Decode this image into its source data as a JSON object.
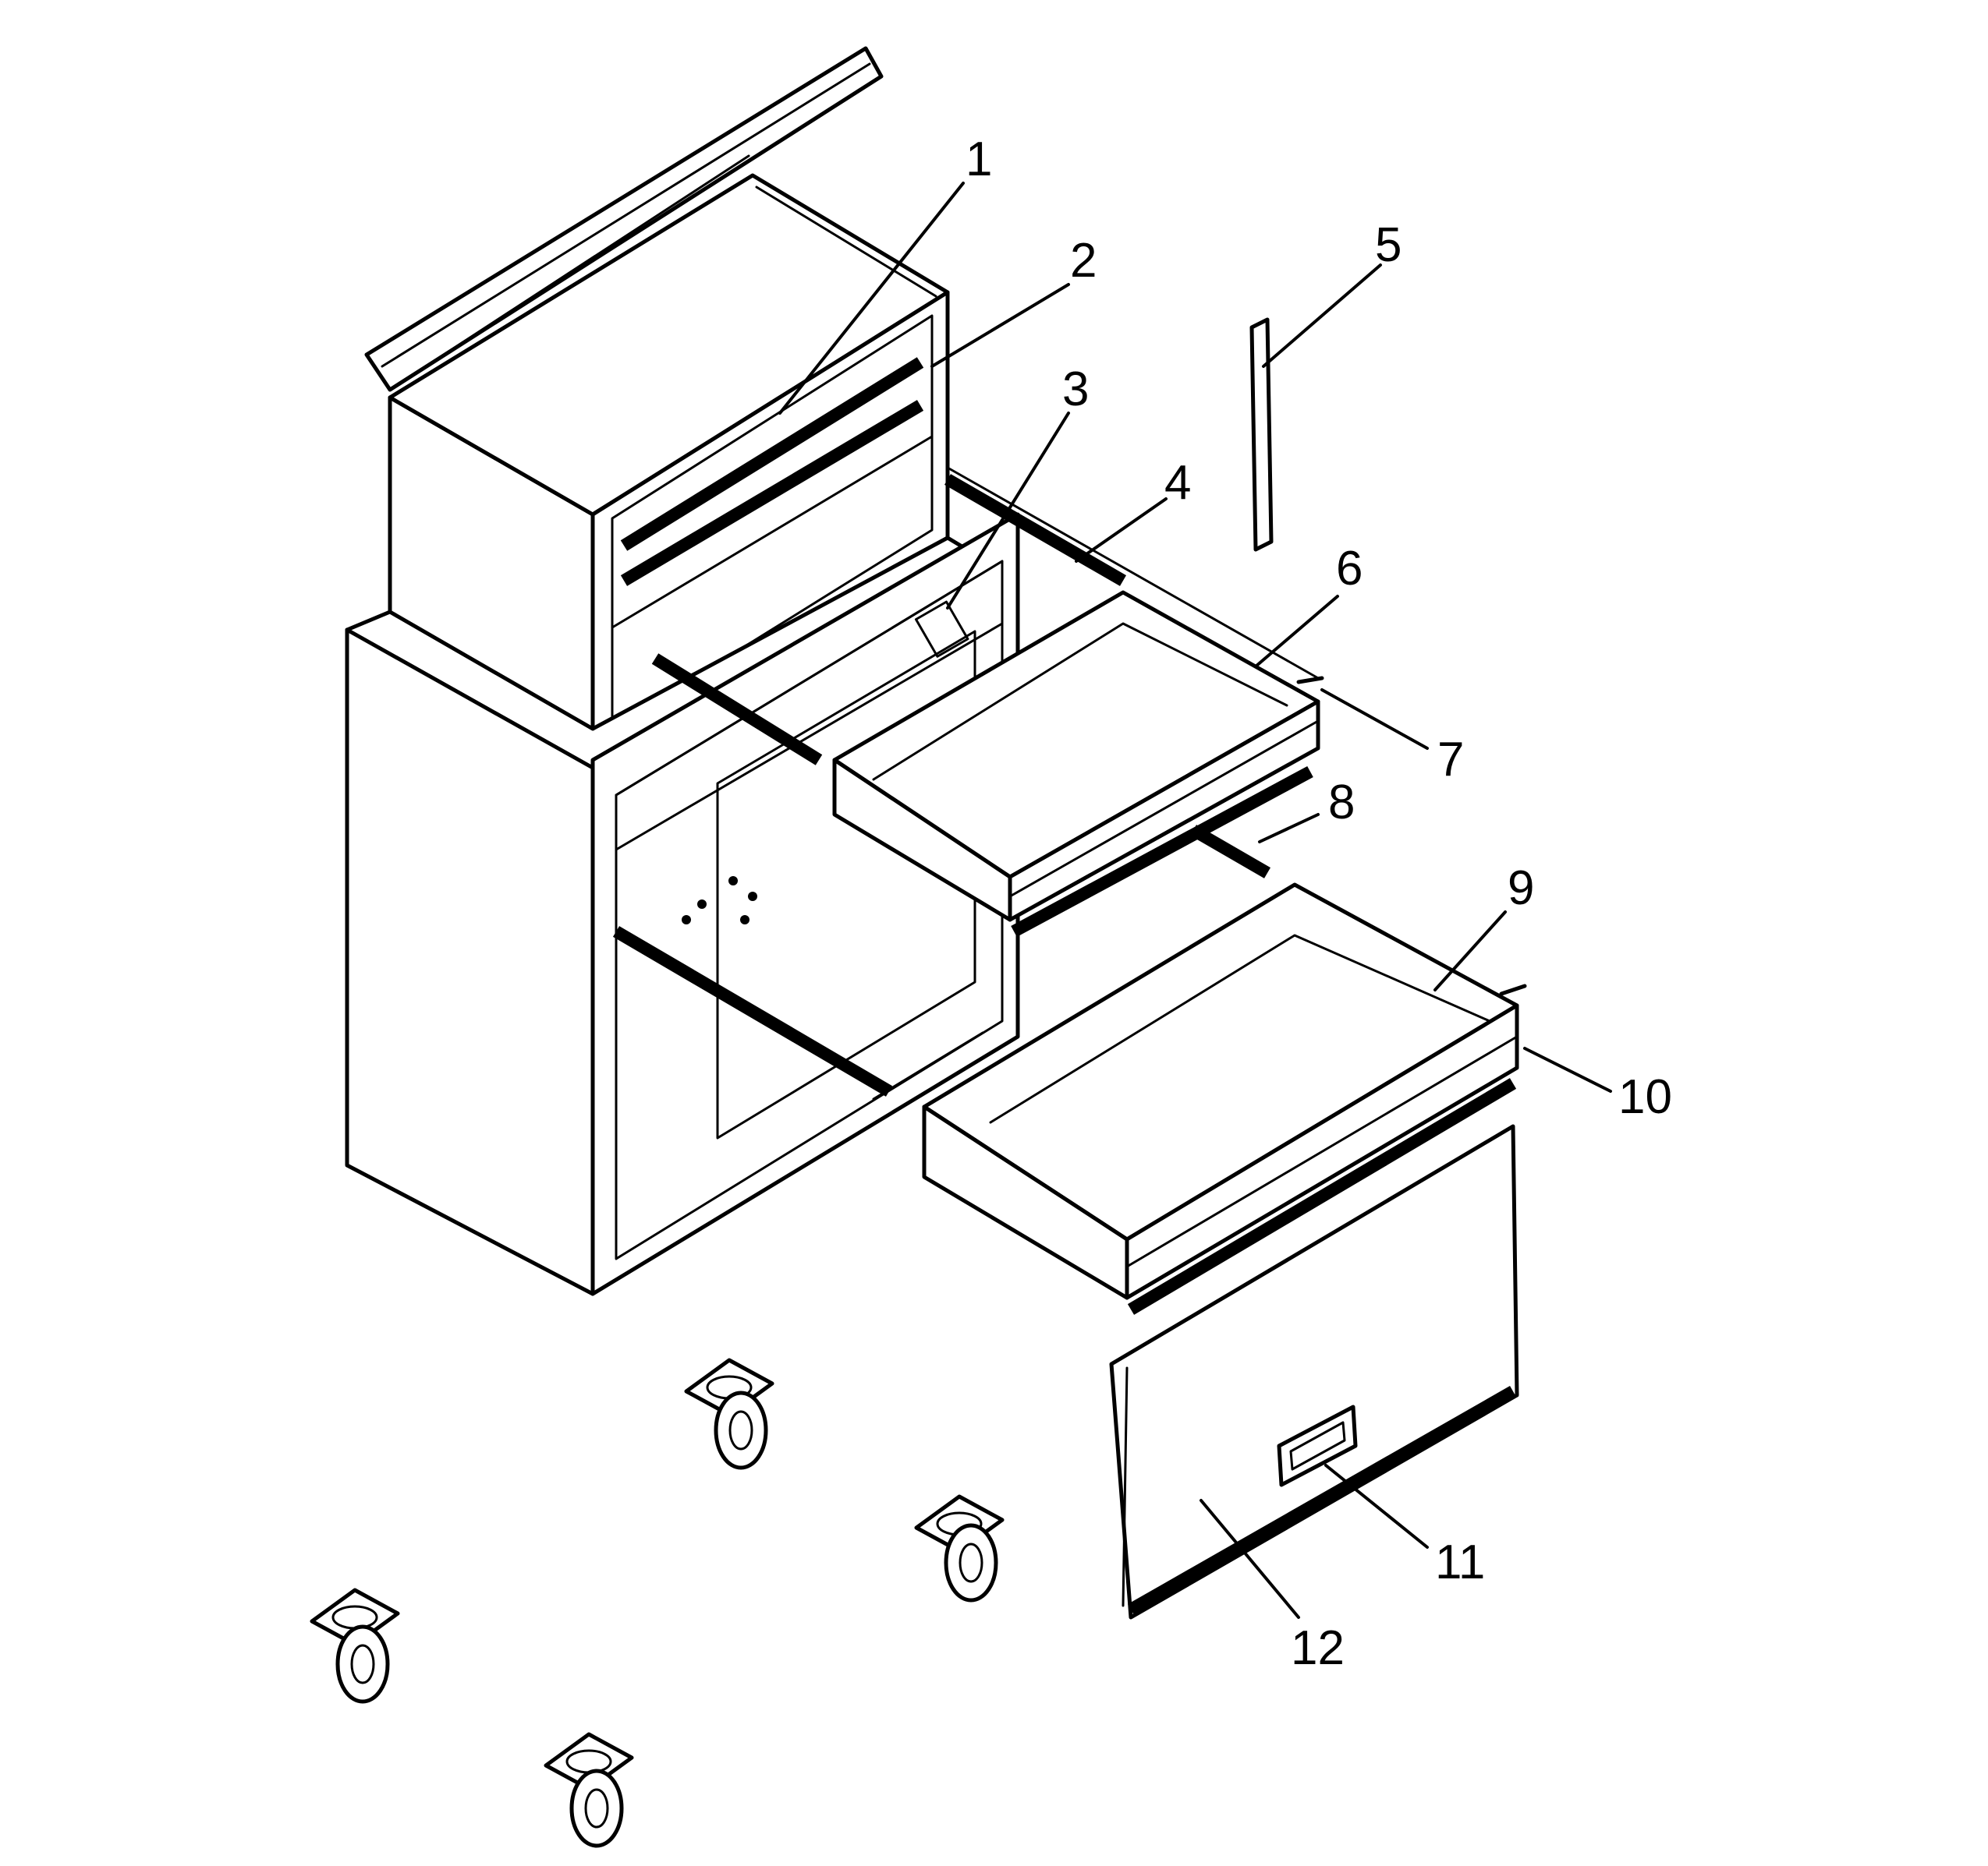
{
  "callouts": [
    {
      "label": "1"
    },
    {
      "label": "2"
    },
    {
      "label": "3"
    },
    {
      "label": "4"
    },
    {
      "label": "5"
    },
    {
      "label": "6"
    },
    {
      "label": "7"
    },
    {
      "label": "8"
    },
    {
      "label": "9"
    },
    {
      "label": "10"
    },
    {
      "label": "11"
    },
    {
      "label": "12"
    }
  ],
  "line_color": "#000000",
  "background_color": "#ffffff"
}
